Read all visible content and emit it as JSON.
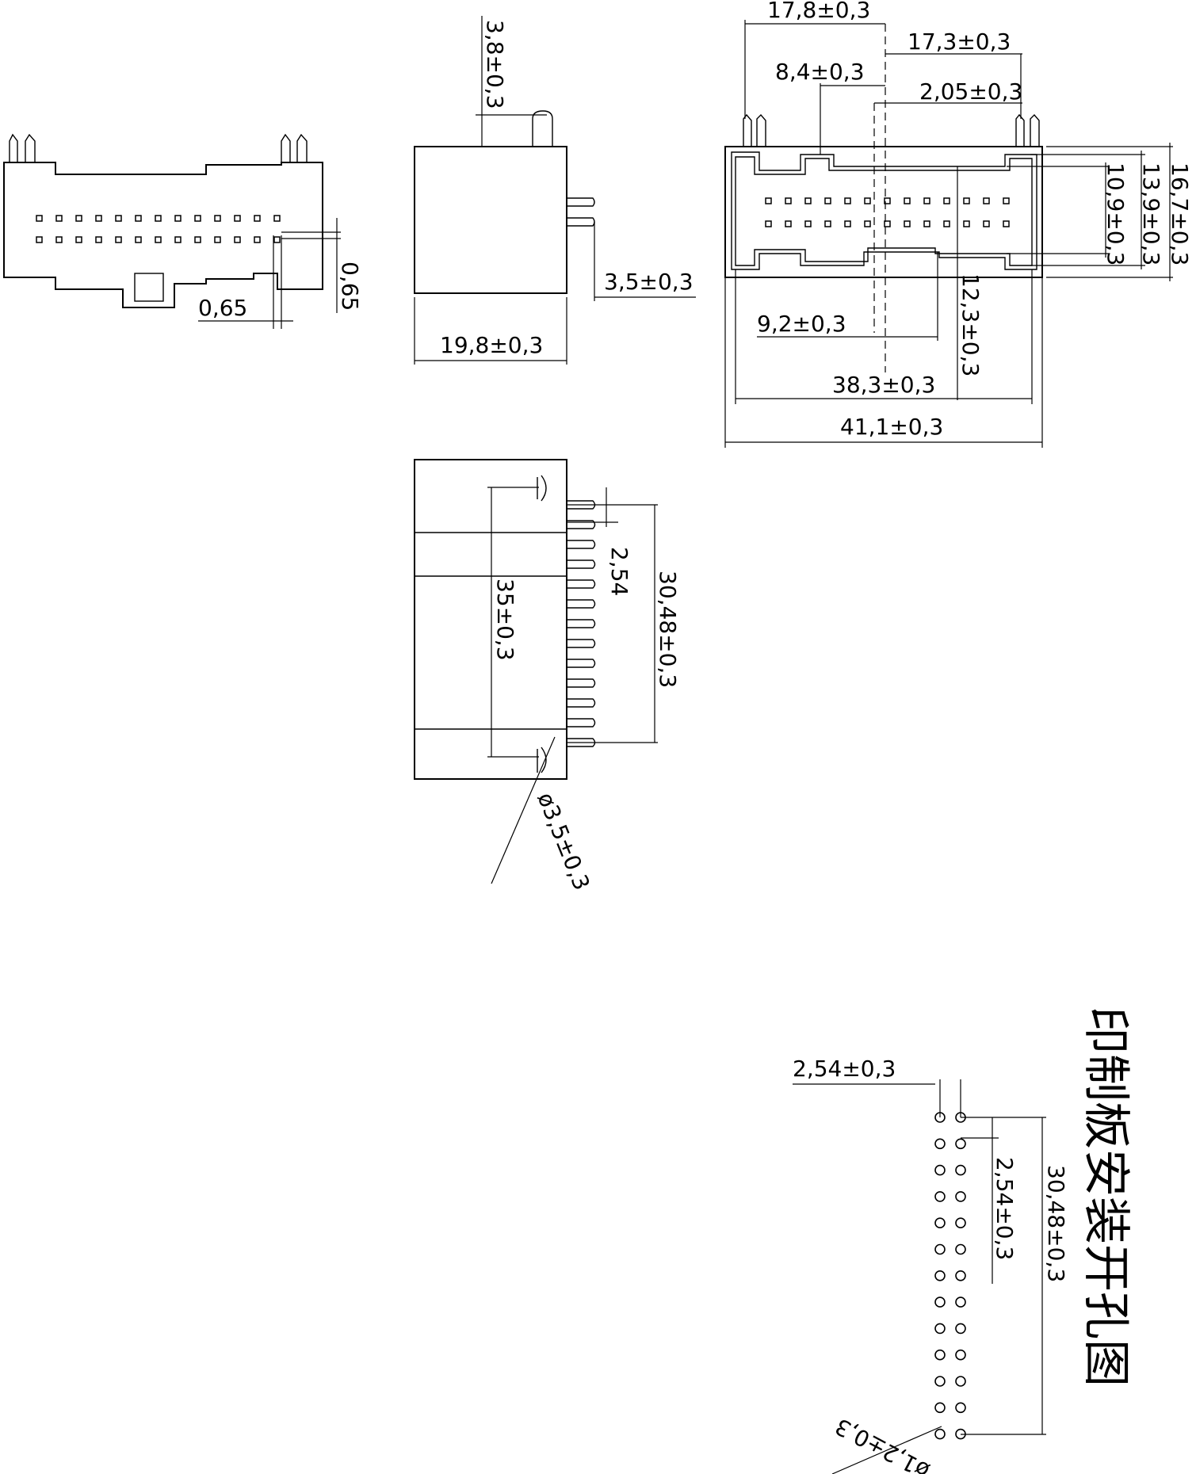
{
  "views": {
    "front_left": {
      "pitch_h": "0,65",
      "pitch_v": "0,65"
    },
    "side_view": {
      "top_pin": "3,8±0,3",
      "pin_len": "3,5±0,3",
      "width": "19,8±0,3"
    },
    "top_right": {
      "d1": "17,8±0,3",
      "d2": "17,3±0,3",
      "d3": "8,4±0,3",
      "d4": "2,05±0,3",
      "d5": "10,9±0,3",
      "d6": "13,9±0,3",
      "d7": "16,7±0,3",
      "d8": "9,2±0,3",
      "d9": "12,3±0,3",
      "d10": "38,3±0,3",
      "d11": "41,1±0,3"
    },
    "bottom_view": {
      "pitch": "2,54",
      "span": "30,48±0,3",
      "length": "35±0,3",
      "hole": "ø3,5±0,3"
    },
    "pcb": {
      "title": "印制板安装开孔图",
      "pitch_x": "2,54±0,3",
      "pitch_y": "2,54±0,3",
      "span": "30,48±0,3",
      "hole": "ø1,2±0,3"
    }
  }
}
